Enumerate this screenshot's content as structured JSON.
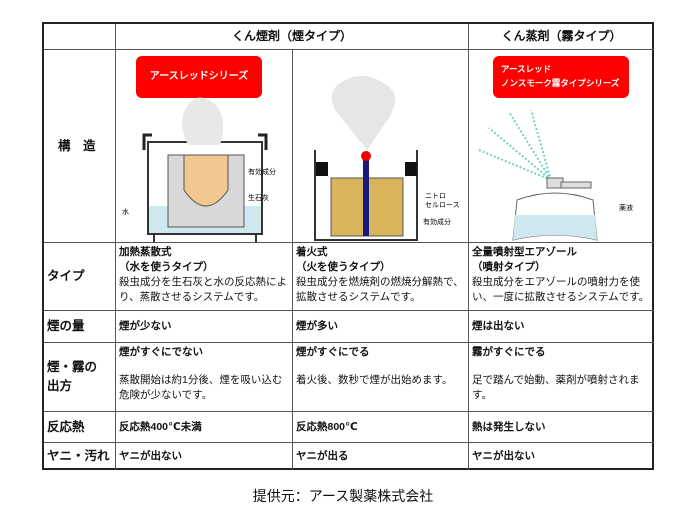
{
  "header": {
    "col1": "くん煙剤（煙タイプ）",
    "col2": "くん蒸剤（霧タイプ）"
  },
  "rows": {
    "structure": {
      "label": "構　造",
      "c1": {
        "banner": "アースレッドシリーズ",
        "labels": [
          "有効成分",
          "生石灰",
          "水"
        ]
      },
      "c2": {
        "labels": [
          "ニトロ",
          "セルロース",
          "有効成分"
        ]
      },
      "c3": {
        "banner_line1": "アースレッド",
        "banner_line2": "ノンスモーク霧タイプシリーズ",
        "labels": [
          "薬液"
        ]
      }
    },
    "type": {
      "label": "タイプ",
      "c1": {
        "title": "加熱蒸散式",
        "sub": "（水を使うタイプ）",
        "desc": "殺虫成分を生石灰と水の反応熱により、蒸散させるシステムです。"
      },
      "c2": {
        "title": "着火式",
        "sub": "（火を使うタイプ）",
        "desc": "殺虫成分を燃焼剤の燃焼分解熱で、拡散させるシステムです。"
      },
      "c3": {
        "title": "全量噴射型エアゾール",
        "sub": "（噴射タイプ）",
        "desc": "殺虫成分をエアゾールの噴射力を使い、一度に拡散させるシステムです。"
      }
    },
    "amount": {
      "label": "煙の量",
      "c1": "煙が少ない",
      "c2": "煙が多い",
      "c3": "煙は出ない"
    },
    "appearance": {
      "label1": "煙・霧の",
      "label2": "出方",
      "c1": {
        "title": "煙がすぐにでない",
        "desc": "蒸散開始は約1分後、煙を吸い込む危険が少ないです。"
      },
      "c2": {
        "title": "煙がすぐにでる",
        "desc": "着火後、数秒で煙が出始めます。"
      },
      "c3": {
        "title": "霧がすぐにでる",
        "desc": "足で踏んで始動、薬剤が噴射されます。"
      }
    },
    "heat": {
      "label": "反応熱",
      "c1": "反応熱400℃未満",
      "c2": "反応熱800℃",
      "c3": "熱は発生しない"
    },
    "tar": {
      "label": "ヤニ・汚れ",
      "c1": "ヤニが出ない",
      "c2": "ヤニが出る",
      "c3": "ヤニが出ない"
    }
  },
  "footer": "提供元：アース製薬株式会社"
}
